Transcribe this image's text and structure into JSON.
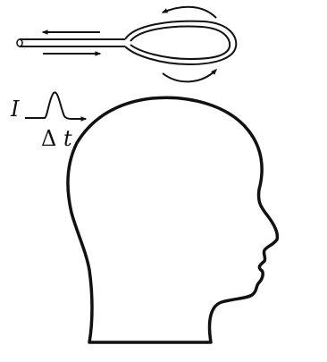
{
  "labels": {
    "current": "I",
    "delta": "Δ",
    "time": "t"
  },
  "colors": {
    "stroke": "#111111",
    "background": "#ffffff"
  }
}
